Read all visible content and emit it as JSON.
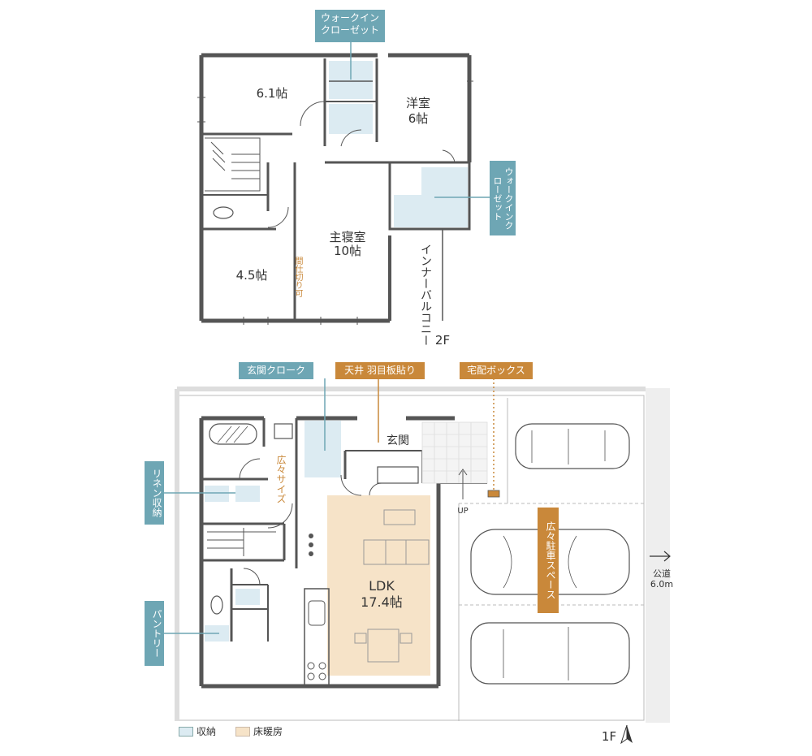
{
  "floor2": {
    "label": "2F",
    "rooms": {
      "r61": "6.1帖",
      "youshitsu": "洋室",
      "youshitsu_size": "6帖",
      "master": "主寝室",
      "master_size": "10帖",
      "r45": "4.5帖",
      "inner_balcony": "インナーバルコニー",
      "partition": "間仕切り可"
    },
    "callouts": {
      "wic_top": "ウォークイン クローゼット",
      "wic_right": "ウォークインクローゼット"
    }
  },
  "floor1": {
    "label": "1F",
    "rooms": {
      "genkan": "玄関",
      "hirobiro": "広々サイズ",
      "ldk": "LDK",
      "ldk_size": "17.4帖",
      "up": "UP",
      "parking": "広々駐車スペース",
      "road": "公道",
      "road_width": "6.0m"
    },
    "callouts": {
      "genkan_cloak": "玄関クローク",
      "ceiling": "天井 羽目板貼り",
      "delivery_box": "宅配ボックス",
      "linen": "リネン収納",
      "pantry": "パントリー"
    }
  },
  "legend": {
    "storage": "収納",
    "floor_heating": "床暖房"
  },
  "colors": {
    "callout_teal": "#6ea6b4",
    "callout_orange": "#c9883a",
    "storage_fill": "#dcebf2",
    "heating_fill": "#f6e3c8",
    "wall": "#555555"
  },
  "icons": [
    "compass-icon",
    "arrow-right-icon",
    "car-icon"
  ]
}
